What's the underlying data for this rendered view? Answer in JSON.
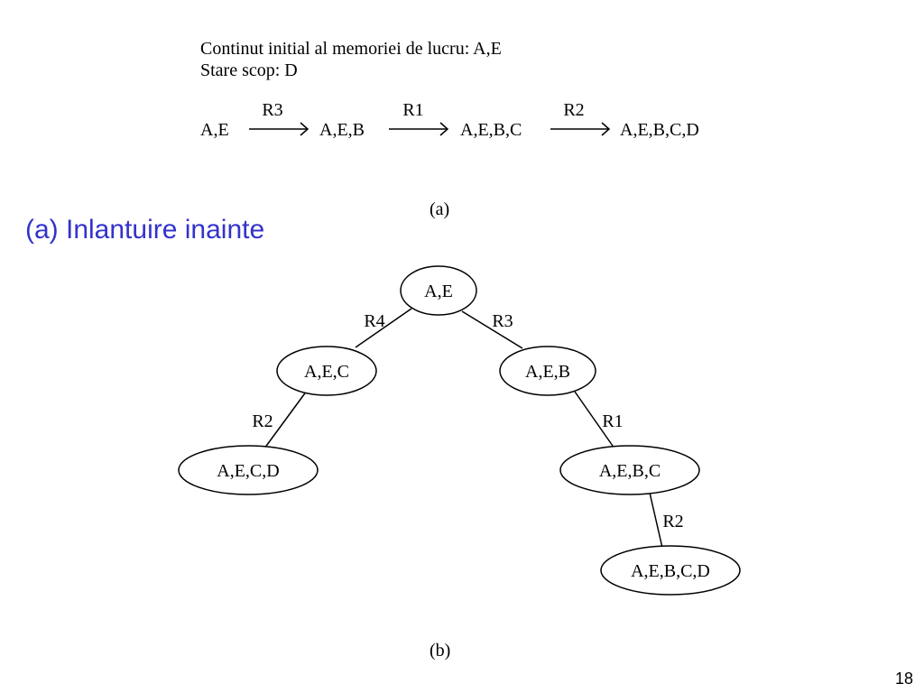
{
  "slide": {
    "title": "(a) Inlantuire inainte",
    "page_number": "18"
  },
  "part_a": {
    "initial_memory": "Continut initial al memoriei de lucru: A,E",
    "goal_state": "Stare scop: D",
    "chain": {
      "states": [
        "A,E",
        "A,E,B",
        "A,E,B,C",
        "A,E,B,C,D"
      ],
      "rules": [
        "R3",
        "R1",
        "R2"
      ]
    },
    "caption": "(a)"
  },
  "part_b": {
    "nodes": [
      "A,E",
      "A,E,C",
      "A,E,B",
      "A,E,C,D",
      "A,E,B,C",
      "A,E,B,C,D"
    ],
    "edges": [
      {
        "from": "A,E",
        "to": "A,E,C",
        "rule": "R4"
      },
      {
        "from": "A,E",
        "to": "A,E,B",
        "rule": "R3"
      },
      {
        "from": "A,E,C",
        "to": "A,E,C,D",
        "rule": "R2"
      },
      {
        "from": "A,E,B",
        "to": "A,E,B,C",
        "rule": "R1"
      },
      {
        "from": "A,E,B,C",
        "to": "A,E,B,C,D",
        "rule": "R2"
      }
    ],
    "caption": "(b)"
  }
}
